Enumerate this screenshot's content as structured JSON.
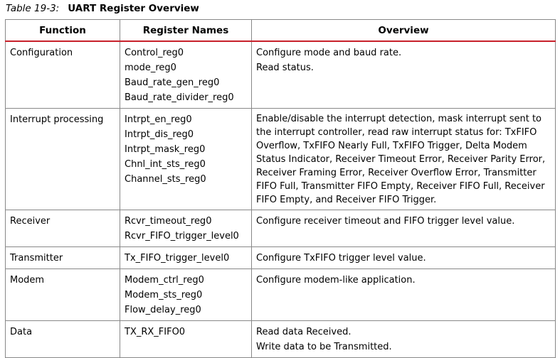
{
  "caption": {
    "number": "Table 19-3:",
    "title": "UART Register Overview"
  },
  "table": {
    "headers": [
      "Function",
      "Register Names",
      "Overview"
    ],
    "rows": [
      {
        "function": "Configuration",
        "registers": [
          "Control_reg0",
          "mode_reg0",
          "Baud_rate_gen_reg0",
          "Baud_rate_divider_reg0"
        ],
        "overview": [
          "Configure mode and baud rate.",
          "Read status."
        ]
      },
      {
        "function": "Interrupt processing",
        "registers": [
          "Intrpt_en_reg0",
          "Intrpt_dis_reg0",
          "Intrpt_mask_reg0",
          "Chnl_int_sts_reg0",
          "Channel_sts_reg0"
        ],
        "overview": [
          "Enable/disable the interrupt detection, mask interrupt sent to the interrupt controller, read raw interrupt status for: TxFIFO Overflow, TxFIFO Nearly Full, TxFIFO Trigger, Delta Modem Status Indicator, Receiver Timeout Error, Receiver Parity Error, Receiver Framing Error, Receiver Overflow Error, Transmitter FIFO Full, Transmitter FIFO Empty, Receiver FIFO Full, Receiver FIFO Empty, and Receiver FIFO Trigger."
        ]
      },
      {
        "function": "Receiver",
        "registers": [
          "Rcvr_timeout_reg0",
          "Rcvr_FIFO_trigger_level0"
        ],
        "overview": [
          "Configure receiver timeout and FIFO trigger level value."
        ]
      },
      {
        "function": "Transmitter",
        "registers": [
          "Tx_FIFO_trigger_level0"
        ],
        "overview": [
          "Configure TxFIFO trigger level value."
        ]
      },
      {
        "function": "Modem",
        "registers": [
          "Modem_ctrl_reg0",
          "Modem_sts_reg0",
          "Flow_delay_reg0"
        ],
        "overview": [
          "Configure modem-like application."
        ]
      },
      {
        "function": "Data",
        "registers": [
          "TX_RX_FIFO0"
        ],
        "overview": [
          "Read data Received.",
          "Write data to be Transmitted."
        ]
      }
    ]
  },
  "colors": {
    "header_rule": "#c8202a",
    "grid": "#888888"
  }
}
